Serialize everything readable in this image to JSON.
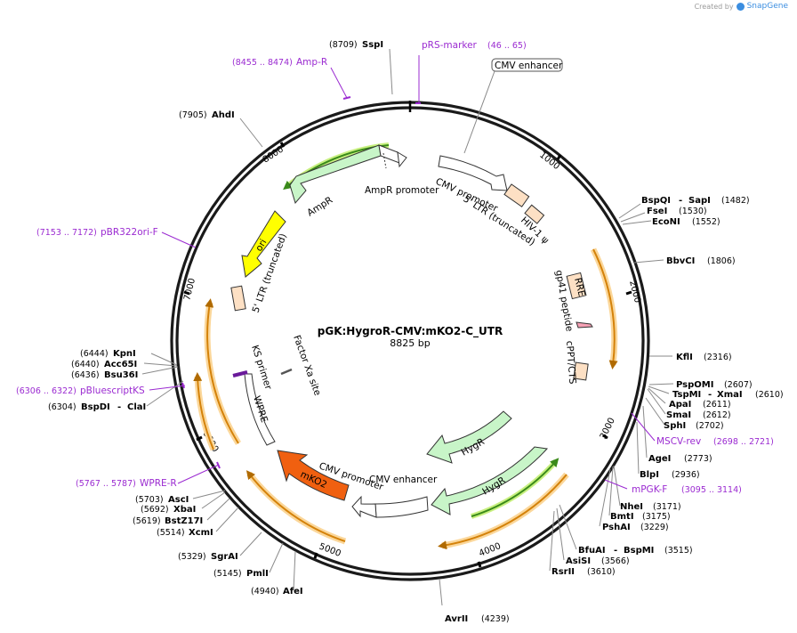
{
  "header": {
    "created_by": "Created by",
    "brand": "SnapGene"
  },
  "map": {
    "title": "pGK:HygroR-CMV:mKO2-C_UTR",
    "size": "8825 bp",
    "ticks": [
      "1000",
      "2000",
      "3000",
      "4000",
      "5000",
      "6000",
      "7000",
      "8000"
    ]
  },
  "enzymes": {
    "sspi": {
      "name": "SspI",
      "pos": "(8709)"
    },
    "ahdi": {
      "name": "AhdI",
      "pos": "(7905)"
    },
    "bspqi": {
      "name": "BspQI",
      "sep": "-",
      "name2": "SapI",
      "pos": "(1482)"
    },
    "fsei": {
      "name": "FseI",
      "pos": "(1530)"
    },
    "econi": {
      "name": "EcoNI",
      "pos": "(1552)"
    },
    "bbvci": {
      "name": "BbvCI",
      "pos": "(1806)"
    },
    "kfli": {
      "name": "KflI",
      "pos": "(2316)"
    },
    "pspomi": {
      "name": "PspOMI",
      "pos": "(2607)"
    },
    "tspmi": {
      "name": "TspMI",
      "sep": "-",
      "name2": "XmaI",
      "pos": "(2610)"
    },
    "apai": {
      "name": "ApaI",
      "pos": "(2611)"
    },
    "smai": {
      "name": "SmaI",
      "pos": "(2612)"
    },
    "sphi": {
      "name": "SphI",
      "pos": "(2702)"
    },
    "agei": {
      "name": "AgeI",
      "pos": "(2773)"
    },
    "blpi": {
      "name": "BlpI",
      "pos": "(2936)"
    },
    "nhei": {
      "name": "NheI",
      "pos": "(3171)"
    },
    "bmti": {
      "name": "BmtI",
      "pos": "(3175)"
    },
    "pshai": {
      "name": "PshAI",
      "pos": "(3229)"
    },
    "bfuai": {
      "name": "BfuAI",
      "sep": "-",
      "name2": "BspMI",
      "pos": "(3515)"
    },
    "asisi": {
      "name": "AsiSI",
      "pos": "(3566)"
    },
    "rsrii": {
      "name": "RsrII",
      "pos": "(3610)"
    },
    "avrii": {
      "name": "AvrII",
      "pos": "(4239)"
    },
    "afei": {
      "name": "AfeI",
      "pos": "(4940)"
    },
    "pmli": {
      "name": "PmlI",
      "pos": "(5145)"
    },
    "sgrai": {
      "name": "SgrAI",
      "pos": "(5329)"
    },
    "xcmi": {
      "name": "XcmI",
      "pos": "(5514)"
    },
    "bstz17i": {
      "name": "BstZ17I",
      "pos": "(5619)"
    },
    "xbai": {
      "name": "XbaI",
      "pos": "(5692)"
    },
    "asci": {
      "name": "AscI",
      "pos": "(5703)"
    },
    "bspdi": {
      "name": "BspDI",
      "sep": "-",
      "name2": "ClaI",
      "pos": "(6304)"
    },
    "bsu36i": {
      "name": "Bsu36I",
      "pos": "(6436)"
    },
    "acc65i": {
      "name": "Acc65I",
      "pos": "(6440)"
    },
    "kpni": {
      "name": "KpnI",
      "pos": "(6444)"
    }
  },
  "primers": {
    "amp_r": {
      "pos": "(8455 .. 8474)",
      "name": "Amp-R"
    },
    "prs": {
      "name": "pRS-marker",
      "pos": "(46 .. 65)"
    },
    "pbr": {
      "pos": "(7153 .. 7172)",
      "name": "pBR322ori-F"
    },
    "pbks": {
      "pos": "(6306 .. 6322)",
      "name": "pBluescriptKS"
    },
    "mscv": {
      "name": "MSCV-rev",
      "pos": "(2698 .. 2721)"
    },
    "mpgk": {
      "name": "mPGK-F",
      "pos": "(3095 .. 3114)"
    },
    "wpre_r": {
      "pos": "(5767 .. 5787)",
      "name": "WPRE-R"
    }
  },
  "features": {
    "cmv_enh_top": "CMV enhancer",
    "cmv_promoter": "CMV promoter",
    "ltr_trunc": "5' LTR (truncated)",
    "hiv_psi": "HIV-1 ψ",
    "rre": "RRE",
    "gp41": "gp41 peptide",
    "cppt": "cPPT/CTS",
    "hygr1": "HygR",
    "hygr2": "HygR",
    "cmv_enh_bottom": "CMV enhancer",
    "cmv_prom_bottom": "CMV promoter",
    "mko2": "mKO2",
    "wpre": "WPRE",
    "ks_primer": "KS primer",
    "factor_xa": "Factor Xa site",
    "ltr_left": "5' LTR (truncated)",
    "ori": "ori",
    "ampr": "AmpR",
    "ampr_promoter": "AmpR promoter"
  },
  "colors": {
    "backbone": "#1a1a1a",
    "enzyme_line": "#8a8a8a",
    "primer": "#9b2bd1",
    "ampr_fill": "#c8f5c8",
    "hygr_fill": "#c8f5c8",
    "ori_fill": "#ffff00",
    "mko2_fill": "#f06010",
    "orange_arc": "#d4820a",
    "orange_glow": "#fbd79a",
    "ltr_fill": "#fde0c4",
    "promoter_fill": "#ffffff",
    "rre_fill": "#f5a0b4",
    "green_line": "#3a8a1a",
    "green_glow": "#c8f080"
  }
}
